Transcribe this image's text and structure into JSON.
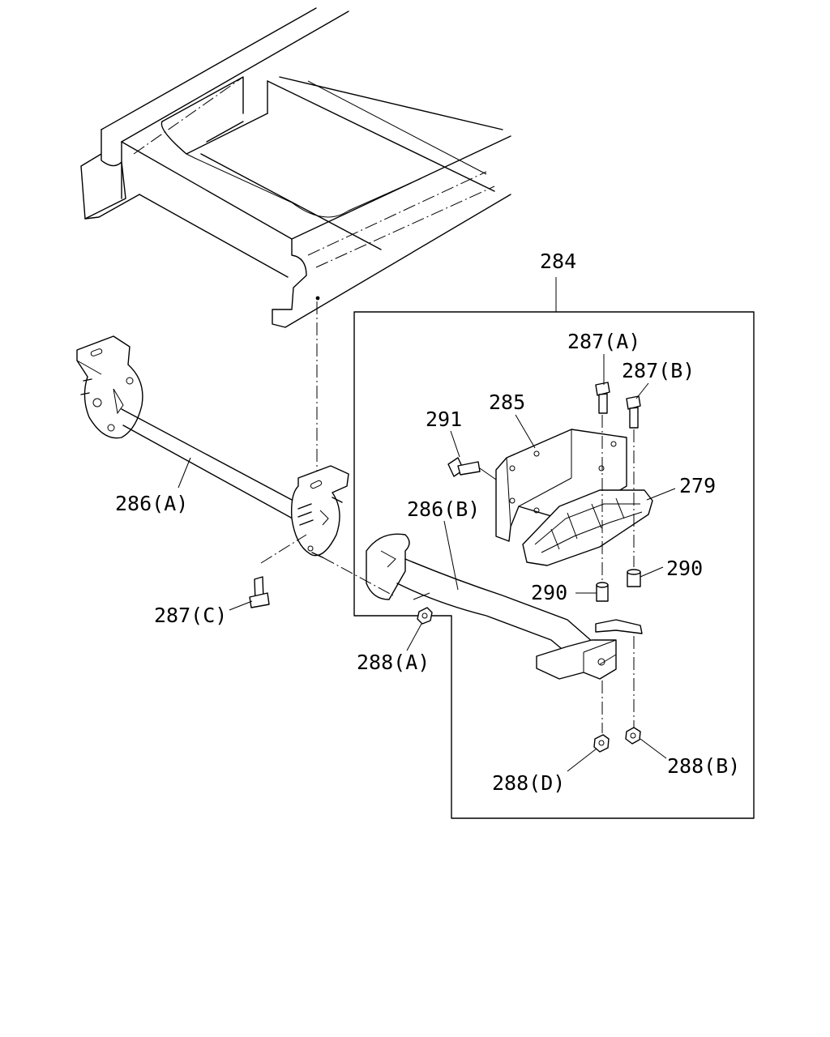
{
  "callouts": {
    "p284": "284",
    "p287a": "287(A)",
    "p287b": "287(B)",
    "p285": "285",
    "p291": "291",
    "p279": "279",
    "p286a": "286(A)",
    "p286b": "286(B)",
    "p290_right": "290",
    "p290_left": "290",
    "p287c": "287(C)",
    "p288a": "288(A)",
    "p288d": "288(D)",
    "p288b": "288(B)"
  }
}
